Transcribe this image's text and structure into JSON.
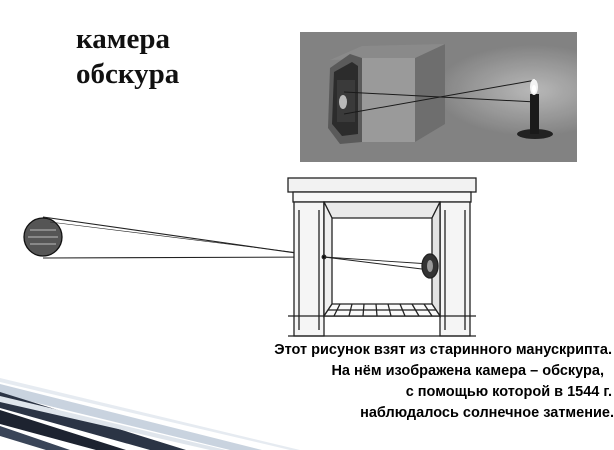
{
  "slide": {
    "title_lines": [
      "камера",
      "обскура"
    ],
    "caption_lines": [
      "Этот рисунок взят из старинного манускрипта.",
      "На нём изображена камера – обскура,",
      "с помощью которой в 1544 г.",
      "наблюдалось солнечное затмение."
    ]
  },
  "images": {
    "photo_icon": "camera-obscura-box-candle",
    "drawing_icon": "camera-obscura-room-eclipse",
    "decoration_icon": "diagonal-stripes"
  },
  "colors": {
    "title": "#111111",
    "caption": "#000000",
    "decor_dark": "#1d2330",
    "decor_light": "#c9d3df"
  }
}
